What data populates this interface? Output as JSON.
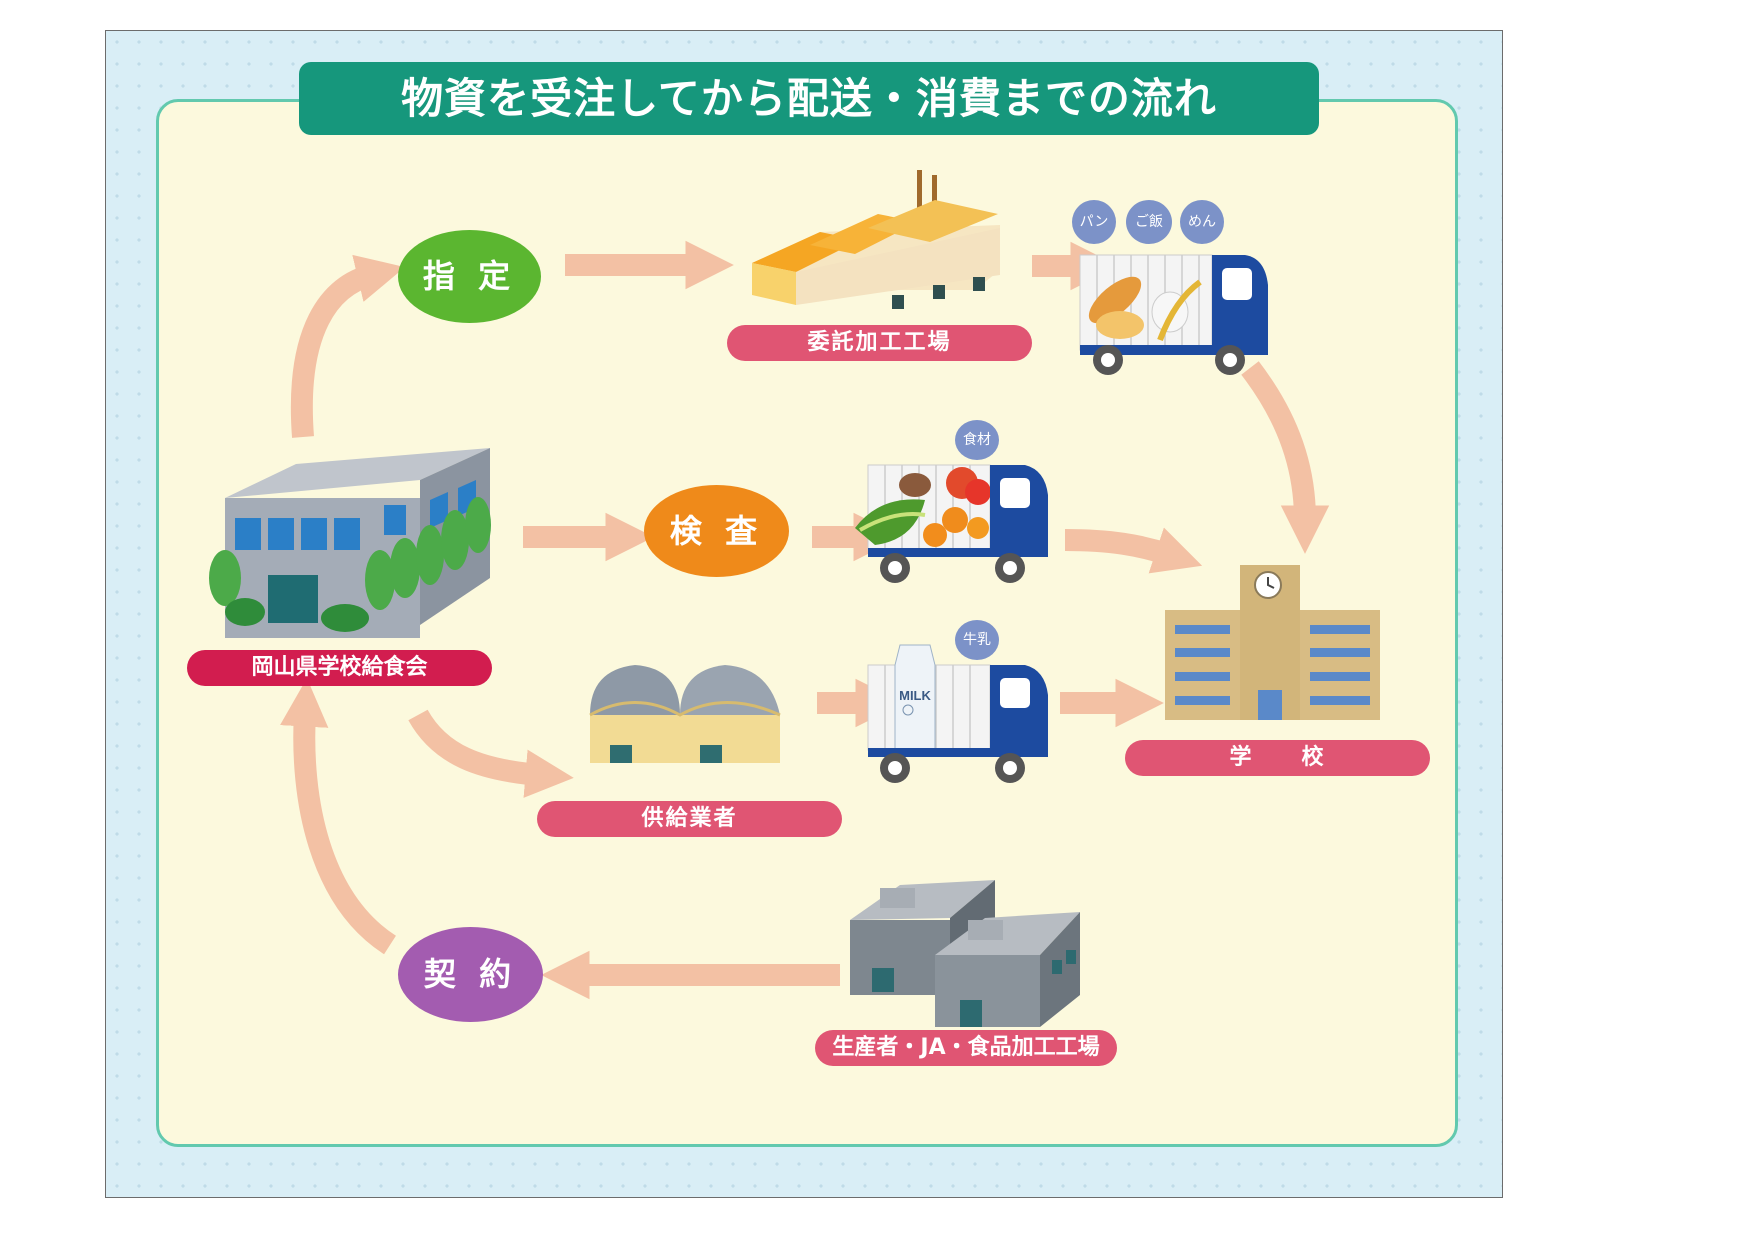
{
  "title": "物資を受注してから配送・消費までの流れ",
  "steps": {
    "designate": "指 定",
    "inspect": "検 査",
    "contract": "契 約"
  },
  "places": {
    "association": "岡山県学校給食会",
    "processing_plant": "委託加工工場",
    "supplier": "供給業者",
    "school": "学　　校",
    "producers": "生産者・JA・食品加工工場"
  },
  "truck_labels": {
    "bread": "パン",
    "rice": "ご飯",
    "noodles": "めん",
    "ingredients": "食材",
    "milk": "牛乳",
    "milk_carton": "MILK"
  },
  "colors": {
    "title_bg": "#16977c",
    "designate": "#5bb630",
    "inspect": "#ef8a1a",
    "contract": "#a35cb0",
    "label_pink": "#e05573",
    "label_red": "#d21d4f",
    "arrow": "#f3c1a4",
    "truck_blue": "#1d4ba0"
  }
}
